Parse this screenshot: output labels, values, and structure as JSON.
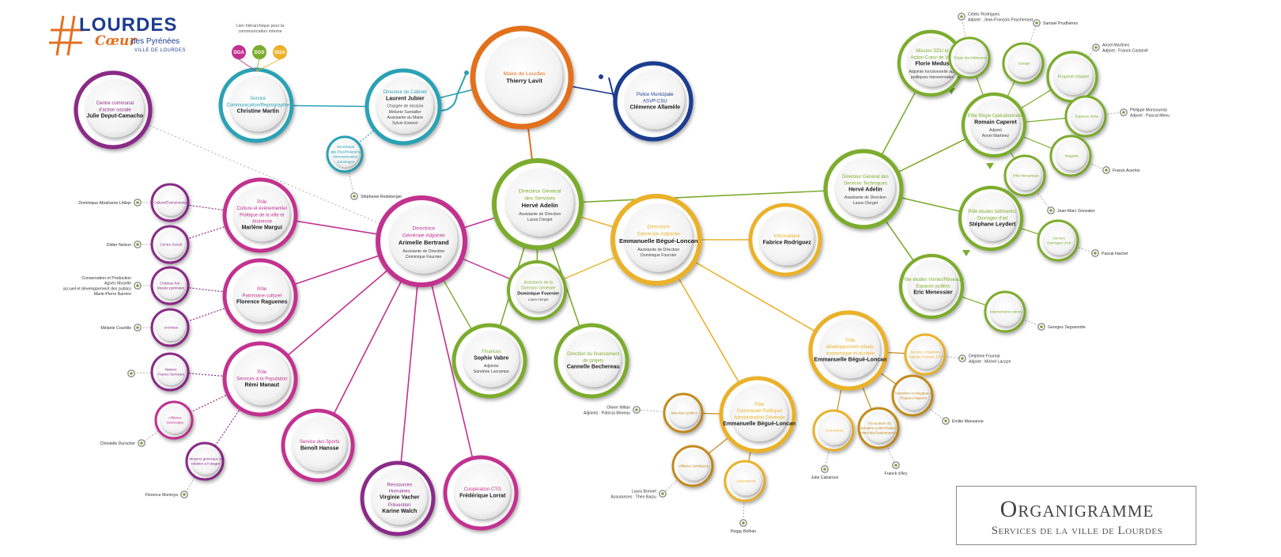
{
  "palette": {
    "purple": "#8a2a87",
    "magenta": "#c2318f",
    "teal": "#2aa2b4",
    "orange": "#e2701f",
    "navy": "#1d3c8f",
    "green": "#7cac2e",
    "yellow": "#eab22b",
    "gold": "#c28b1f",
    "dark": "#1a1a1a",
    "grey": "#555555"
  },
  "logo": {
    "main": "LOURDES",
    "script": "Cœur",
    "sub": "des Pyrénées",
    "city": "VILLE DE LOURDES"
  },
  "legend": {
    "caption_1": "Lien hiérarchique pour la",
    "caption_2": "communication interne",
    "badges": [
      {
        "label": "DGA",
        "color": "#c2318f"
      },
      {
        "label": "DGS",
        "color": "#7cac2e"
      },
      {
        "label": "DGA",
        "color": "#eab22b"
      }
    ]
  },
  "footer": {
    "title": "Organigramme",
    "subtitle": "Services de la ville de Lourdes"
  },
  "nodes": [
    {
      "id": "maire",
      "color": "orange",
      "lines": [
        "Maire de Lourdes"
      ],
      "name": "Thierry Lavit",
      "sub": []
    },
    {
      "id": "police",
      "color": "navy",
      "lines": [
        "Police Municipale",
        "ASVP-CSU"
      ],
      "name": "Clémence Allamèle",
      "sub": []
    },
    {
      "id": "cabinet",
      "color": "teal",
      "lines": [
        "Directeur de Cabinet"
      ],
      "name": "Laurent Jubier",
      "sub": [
        "Chargée de mission",
        "Mélanie Santailler",
        "Assistante du Maire",
        "Sylvie Estanol"
      ]
    },
    {
      "id": "communication",
      "color": "teal",
      "lines": [
        "Service",
        "Communication/Reprographie"
      ],
      "name": "Christine Martin",
      "sub": []
    },
    {
      "id": "secretariat",
      "color": "teal",
      "lines": [
        "Secrétariat",
        "des Élus/Relations",
        "internationales/",
        "Jumelages"
      ],
      "name": "",
      "sub": []
    },
    {
      "id": "ccas",
      "color": "purple",
      "lines": [
        "Centre communal",
        "d'action sociale"
      ],
      "name": "Julie Deput-Camacho",
      "sub": []
    },
    {
      "id": "dga1",
      "color": "magenta",
      "lines": [
        "Directrice",
        "Générale Adjointe"
      ],
      "name": "Arimelle Bertrand",
      "sub": [
        "Assistante de Direction",
        "Dominique Fournier"
      ]
    },
    {
      "id": "dgs",
      "color": "green",
      "lines": [
        "Directeur Général",
        "des Services"
      ],
      "name": "Hervé Adelin",
      "sub": [
        "Assistante de Direction",
        "Laura Clerget"
      ]
    },
    {
      "id": "dga2",
      "color": "yellow",
      "lines": [
        "Directrice",
        "Générale Adjointe"
      ],
      "name": "Emmanuelle Bégué-Loncan",
      "sub": [
        "Assistante de Direction",
        "Dominique Fournier"
      ]
    },
    {
      "id": "informatique",
      "color": "yellow",
      "lines": [
        "Informatique"
      ],
      "name": "Fabrice Rodriguez",
      "sub": []
    },
    {
      "id": "dgst",
      "color": "green",
      "lines": [
        "Directeur Général des",
        "Services Techniques"
      ],
      "name": "Hervé Adelin",
      "sub": [
        "Assistante de Direction",
        "Laura Clerget"
      ]
    },
    {
      "id": "assistants",
      "color": "green",
      "lines": [
        "Assistants de la",
        "Direction Générale"
      ],
      "name": "Dominique Fournier",
      "sub": [
        "Laura Clerget"
      ]
    },
    {
      "id": "finances",
      "color": "green",
      "lines": [
        "Finances"
      ],
      "name": "Sophie Vabre",
      "sub": [
        "Adjointe",
        "Sandrine Lacrampe"
      ]
    },
    {
      "id": "financement",
      "color": "green",
      "lines": [
        "Direction du financement",
        "de projets"
      ],
      "name": "Cannelle Bechereau",
      "sub": []
    },
    {
      "id": "pole_culture",
      "color": "magenta",
      "lines": [
        "Pôle",
        "Culture et événementiel",
        "Politique de la ville et",
        "Jeunesse"
      ],
      "name": "Marlène Margui",
      "sub": []
    },
    {
      "id": "pole_patrimoine",
      "color": "magenta",
      "lines": [
        "Pôle",
        "Patrimoine culturel"
      ],
      "name": "Florence Raguenes",
      "sub": []
    },
    {
      "id": "pole_population",
      "color": "magenta",
      "lines": [
        "Pôle",
        "Services à la Population"
      ],
      "name": "Rémi Manaut",
      "sub": []
    },
    {
      "id": "sports",
      "color": "magenta",
      "lines": [
        "Service des Sports"
      ],
      "name": "Benoît Hansse",
      "sub": []
    },
    {
      "id": "rh",
      "color": "purple",
      "lines": [
        "Ressources",
        "Humaines"
      ],
      "name": "Virginie Vacher",
      "sub": [],
      "extra": [
        "Prévention"
      ],
      "name2": "Karine Walch"
    },
    {
      "id": "ctg",
      "color": "magenta",
      "lines": [
        "Coopération CTG"
      ],
      "name": "Frédérique Lorrat",
      "sub": []
    },
    {
      "id": "culture_evt",
      "color": "purple",
      "lines": [
        "Culture/Événementiel"
      ],
      "name": "",
      "sub": []
    },
    {
      "id": "centre_social",
      "color": "purple",
      "lines": [
        "Centre Social"
      ],
      "name": "",
      "sub": []
    },
    {
      "id": "chateau",
      "color": "purple",
      "lines": [
        "Château fort -",
        "Musée pyrénéen"
      ],
      "name": "",
      "sub": []
    },
    {
      "id": "archives",
      "color": "purple",
      "lines": [
        "Archives"
      ],
      "name": "",
      "sub": []
    },
    {
      "id": "maison_fs",
      "color": "purple",
      "lines": [
        "Maison",
        "France Services"
      ],
      "name": "",
      "sub": []
    },
    {
      "id": "affaires_gen",
      "color": "magenta",
      "lines": [
        "Affaires",
        "Générales"
      ],
      "name": "",
      "sub": []
    },
    {
      "id": "moyens",
      "color": "purple",
      "lines": [
        "Moyens généraux et",
        "relation à l'usager"
      ],
      "name": "",
      "sub": []
    },
    {
      "id": "mission",
      "color": "green",
      "lines": [
        "Mission SDU et",
        "Action Cœur de Ville"
      ],
      "name": "Florie Medus",
      "sub": [
        "Adjointe fonctionnelle aux",
        "politiques transversales"
      ]
    },
    {
      "id": "regie",
      "color": "green",
      "lines": [
        "Régie des bâtiments"
      ],
      "name": "",
      "sub": []
    },
    {
      "id": "garage",
      "color": "green",
      "lines": [
        "Garage"
      ],
      "name": "",
      "sub": []
    },
    {
      "id": "proprete",
      "color": "green",
      "lines": [
        "Propreté Urbaine"
      ],
      "name": "",
      "sub": []
    },
    {
      "id": "pole_ope",
      "color": "green",
      "lines": [
        "Pôle Régie Opérationnelle"
      ],
      "name": "Romain Caperet",
      "sub": [
        "Adjoint",
        "Ansel Martinez"
      ]
    },
    {
      "id": "espaces_verts",
      "color": "green",
      "lines": [
        "Espaces Verts"
      ],
      "name": "",
      "sub": []
    },
    {
      "id": "magasin",
      "color": "green",
      "lines": [
        "Magasin"
      ],
      "name": "",
      "sub": []
    },
    {
      "id": "pole_mecanique",
      "color": "green",
      "lines": [
        "Pôle Mécanique"
      ],
      "name": "",
      "sub": []
    },
    {
      "id": "pole_batiments",
      "color": "green",
      "lines": [
        "Pôle études bâtiments/",
        "Ouvrages d'art"
      ],
      "name": "Stéphane Leydert",
      "sub": []
    },
    {
      "id": "ouvrages",
      "color": "green",
      "lines": [
        "Service",
        "Ouvrages d'Art"
      ],
      "name": "",
      "sub": []
    },
    {
      "id": "pole_voiries",
      "color": "green",
      "lines": [
        "Pôle études Voiries/Réseaux/",
        "Espaces publics"
      ],
      "name": "Eric Menessier",
      "sub": []
    },
    {
      "id": "interventions",
      "color": "green",
      "lines": [
        "Interventions voiries"
      ],
      "name": "",
      "sub": []
    },
    {
      "id": "pole_dev",
      "color": "yellow",
      "lines": [
        "Pôle",
        "développement urbain,",
        "économique et durable"
      ],
      "name": "Emmanuelle Bégué-Loncan",
      "sub": []
    },
    {
      "id": "urbanisme",
      "color": "yellow",
      "lines": [
        "Service Urbanisme,",
        "Habitat, Foncier, ERP"
      ],
      "name": "",
      "sub": []
    },
    {
      "id": "transition",
      "color": "gold",
      "lines": [
        "Transition écologique et",
        "Risques Majeurs"
      ],
      "name": "",
      "sub": []
    },
    {
      "id": "commerce",
      "color": "yellow",
      "lines": [
        "Commerce"
      ],
      "name": "",
      "sub": []
    },
    {
      "id": "occupation",
      "color": "gold",
      "lines": [
        "Occupation du",
        "domaine public/Halles &",
        "Marchés/Stationnement"
      ],
      "name": "",
      "sub": []
    },
    {
      "id": "pole_commande",
      "color": "yellow",
      "lines": [
        "Pôle",
        "Commande Publique/",
        "Administration Générale"
      ],
      "name": "Emmanuelle Bégué-Loncan",
      "sub": []
    },
    {
      "id": "marches",
      "color": "gold",
      "lines": [
        "Marchés publics"
      ],
      "name": "",
      "sub": []
    },
    {
      "id": "juridiques",
      "color": "gold",
      "lines": [
        "Affaires Juridiques"
      ],
      "name": "",
      "sub": []
    },
    {
      "id": "assurances",
      "color": "yellow",
      "lines": [
        "Assurances"
      ],
      "name": "",
      "sub": []
    }
  ],
  "people": [
    {
      "id": "p_redeberger",
      "lines": [
        "Stéphanie Redeberger"
      ]
    },
    {
      "id": "p_abrahamo",
      "lines": [
        "Dominique Abrahamo-Littlejo"
      ]
    },
    {
      "id": "p_nelson",
      "lines": [
        "Didier Nelson"
      ]
    },
    {
      "id": "p_muselle",
      "lines": [
        "Conservation et Production",
        "Agnès Muselle",
        "accueil et développement des publics",
        "Marie-Pierre Barrère"
      ]
    },
    {
      "id": "p_courtille",
      "lines": [
        "Mélanie Courtille"
      ]
    },
    {
      "id": "p_maisonfs",
      "lines": []
    },
    {
      "id": "p_durocher",
      "lines": [
        "Christelle Durocher"
      ]
    },
    {
      "id": "p_montoya",
      "lines": [
        "Florence Montoya"
      ]
    },
    {
      "id": "p_fouchenard",
      "lines": [
        "Cédric Rodrigues",
        "Adjoint : Jean-François Fouchenard"
      ]
    },
    {
      "id": "p_prudhieres",
      "lines": [
        "Samuel Prudhières"
      ]
    },
    {
      "id": "p_martinez",
      "lines": [
        "Ansel Martinez",
        "Adjoint : Franck Castaniè"
      ]
    },
    {
      "id": "p_monsoumar",
      "lines": [
        "Philippe Monsoumar",
        "Adjoint : Pascal Menu"
      ]
    },
    {
      "id": "p_acerlon",
      "lines": [
        "Franck Acerlon"
      ]
    },
    {
      "id": "p_gonzalez",
      "lines": [
        "Jean-Marc Gonzalez"
      ]
    },
    {
      "id": "p_hachet",
      "lines": [
        "Pascal Hachet"
      ]
    },
    {
      "id": "p_seguenotte",
      "lines": [
        "Georges Seguenotte"
      ]
    },
    {
      "id": "p_fournal",
      "lines": [
        "Delphine Fournal",
        "Adjoint : Michel Lacaze"
      ]
    },
    {
      "id": "p_mansanne",
      "lines": [
        "Émilie Mansanne"
      ]
    },
    {
      "id": "p_cabaroux",
      "lines": [
        "Julie Cabaroux"
      ]
    },
    {
      "id": "p_dary",
      "lines": [
        "Franck d'Ary"
      ]
    },
    {
      "id": "p_millan",
      "lines": [
        "Olivier Millan",
        "Adjoints : Patricia Moreau"
      ]
    },
    {
      "id": "p_bonnet",
      "lines": [
        "Laura Bonnet",
        "Assurances : Théo Baizu"
      ]
    },
    {
      "id": "p_belhan",
      "lines": [
        "Peggy Belhan"
      ]
    }
  ]
}
